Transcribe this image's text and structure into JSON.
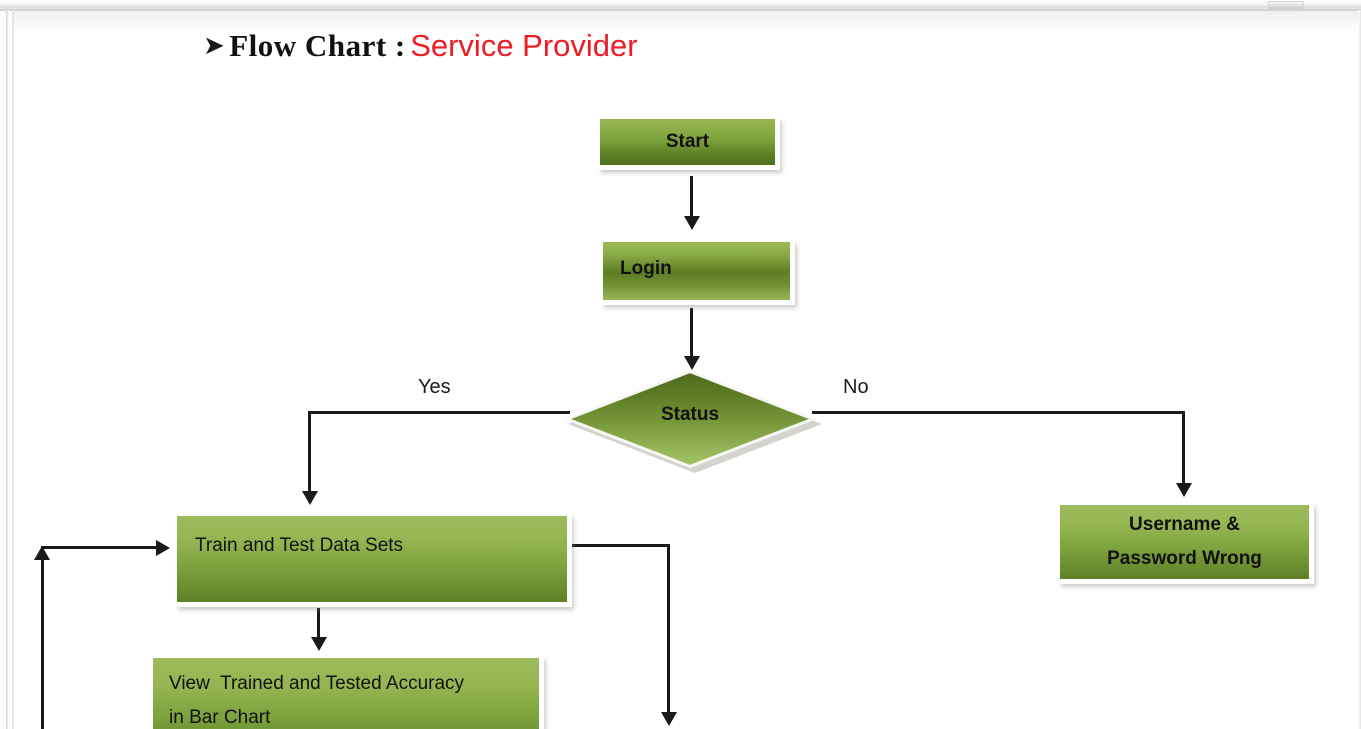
{
  "page": {
    "title_bullet": "➤",
    "title_black": "Flow Chart  :",
    "title_red": "Service Provider"
  },
  "diagram": {
    "type": "flowchart",
    "nodes": [
      {
        "id": "start",
        "label": "Start",
        "shape": "process"
      },
      {
        "id": "login",
        "label": "Login",
        "shape": "process"
      },
      {
        "id": "status",
        "label": "Status",
        "shape": "decision"
      },
      {
        "id": "train",
        "label": "Train and Test Data Sets",
        "shape": "process"
      },
      {
        "id": "wrong",
        "label": "Username &\nPassword Wrong",
        "shape": "process"
      },
      {
        "id": "view",
        "label": "View  Trained and Tested Accuracy\nin Bar Chart",
        "shape": "process"
      }
    ],
    "edges": [
      {
        "from": "start",
        "to": "login",
        "label": ""
      },
      {
        "from": "login",
        "to": "status",
        "label": ""
      },
      {
        "from": "status",
        "to": "train",
        "label": "Yes"
      },
      {
        "from": "status",
        "to": "wrong",
        "label": "No"
      },
      {
        "from": "train",
        "to": "view",
        "label": ""
      },
      {
        "from": "train",
        "to": "offpage-right",
        "label": ""
      },
      {
        "from": "offpage-left",
        "to": "train",
        "label": ""
      }
    ],
    "edge_labels": {
      "yes": "Yes",
      "no": "No"
    },
    "colors": {
      "fill_light": "#9cbb58",
      "fill_dark": "#4e6d1c",
      "shape_border": "#ffffff",
      "connector": "#1a1a1a",
      "title_accent": "#ee1c25",
      "title_text": "#111111",
      "page_background": "#ffffff"
    }
  }
}
